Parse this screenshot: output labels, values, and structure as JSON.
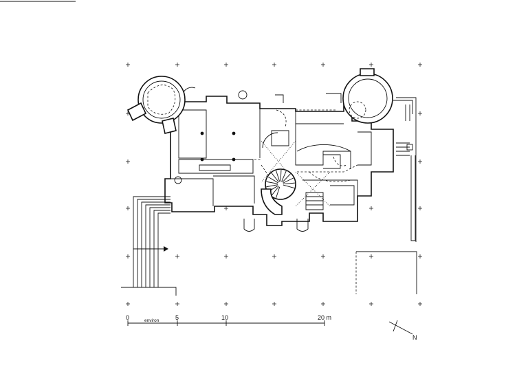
{
  "scale_bar": {
    "ticks": [
      "0",
      "5",
      "10",
      "20 m"
    ],
    "label": "environ"
  },
  "north_arrow": {
    "letter": "N"
  }
}
